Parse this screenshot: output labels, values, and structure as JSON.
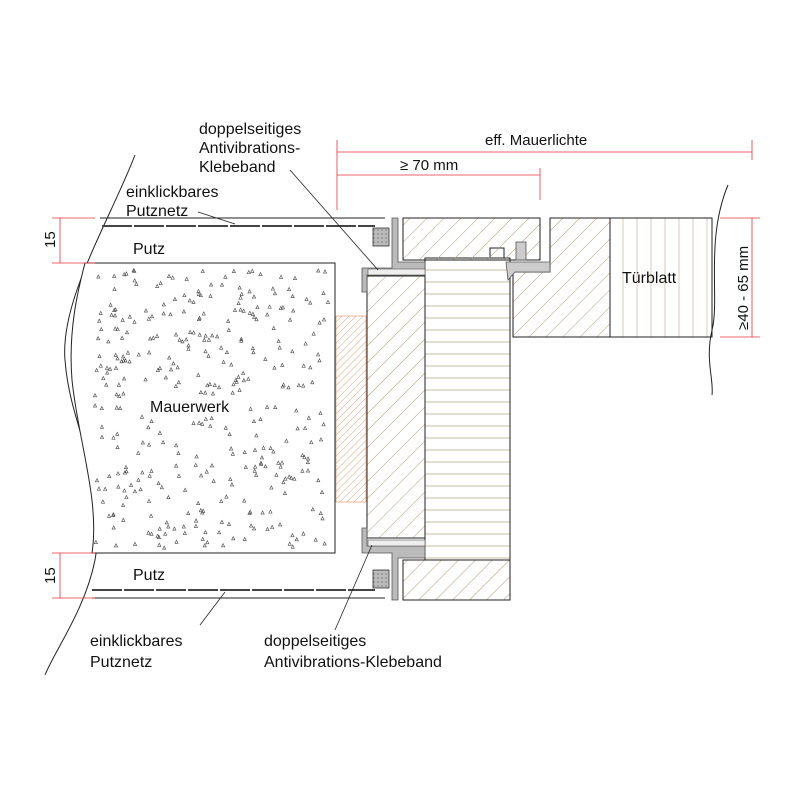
{
  "labels": {
    "top_netz_1": "einklickbares",
    "top_netz_2": "Putznetz",
    "top_tape_1": "doppelseitiges",
    "top_tape_2": "Antivibrations-",
    "top_tape_3": "Klebeband",
    "putz_top": "Putz",
    "putz_bottom": "Putz",
    "mauerwerk": "Mauerwerk",
    "tuerblatt": "Türblatt",
    "bottom_netz_1": "einklickbares",
    "bottom_netz_2": "Putznetz",
    "bottom_tape_1": "doppelseitiges",
    "bottom_tape_2": "Antivibrations-Klebeband"
  },
  "dimensions": {
    "eff_mauerlichte": "eff. Mauerlichte",
    "min_70": "≥ 70 mm",
    "door_thickness": "≥40 - 65 mm",
    "putz_top_thickness": "15",
    "putz_bottom_thickness": "15"
  },
  "colors": {
    "dimension": "#e8333a",
    "hatch": "#b39a73",
    "brick": "#d98a5a",
    "outline": "#222222"
  }
}
